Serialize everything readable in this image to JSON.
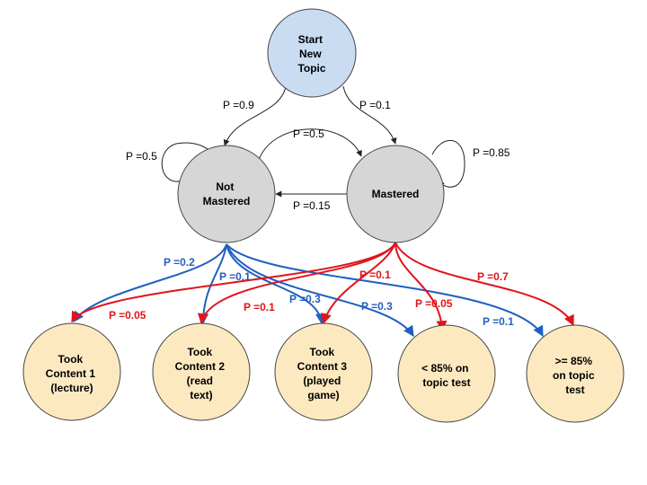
{
  "colors": {
    "start_fill": "#c9dcf2",
    "state_fill": "#d6d6d6",
    "observation_fill": "#fde9c0",
    "node_stroke": "#444444",
    "black_edge": "#222222",
    "not_mastered_edge": "#1f5fbf",
    "mastered_edge": "#e0141b"
  },
  "nodes": {
    "start": {
      "lines": [
        "Start",
        "New",
        "Topic"
      ]
    },
    "not_mastered": {
      "lines": [
        "Not",
        "Mastered"
      ]
    },
    "mastered": {
      "lines": [
        "Mastered"
      ]
    },
    "content1": {
      "lines": [
        "Took",
        "Content 1",
        "(lecture)"
      ]
    },
    "content2": {
      "lines": [
        "Took",
        "Content 2",
        "(read",
        "text)"
      ]
    },
    "content3": {
      "lines": [
        "Took",
        "Content 3",
        "(played",
        "game)"
      ]
    },
    "below85": {
      "lines": [
        "< 85% on",
        "topic test"
      ]
    },
    "above85": {
      "lines": [
        ">= 85%",
        "on topic",
        "test"
      ]
    }
  },
  "transitions": {
    "start_to_not_mastered": "P =0.9",
    "start_to_mastered": "P =0.1",
    "not_mastered_self": "P =0.5",
    "not_mastered_to_mastered": "P =0.5",
    "mastered_self": "P =0.85",
    "mastered_to_not_mastered": "P =0.15"
  },
  "emissions": {
    "not_mastered": {
      "content1": "P =0.2",
      "content2": "P =0.1",
      "content3": "P =0.3",
      "below85": "P =0.3",
      "above85": "P =0.1"
    },
    "mastered": {
      "content1": "P =0.05",
      "content2": "P =0.1",
      "content3": "P =0.1",
      "below85": "P =0.05",
      "above85": "P =0.7"
    }
  }
}
